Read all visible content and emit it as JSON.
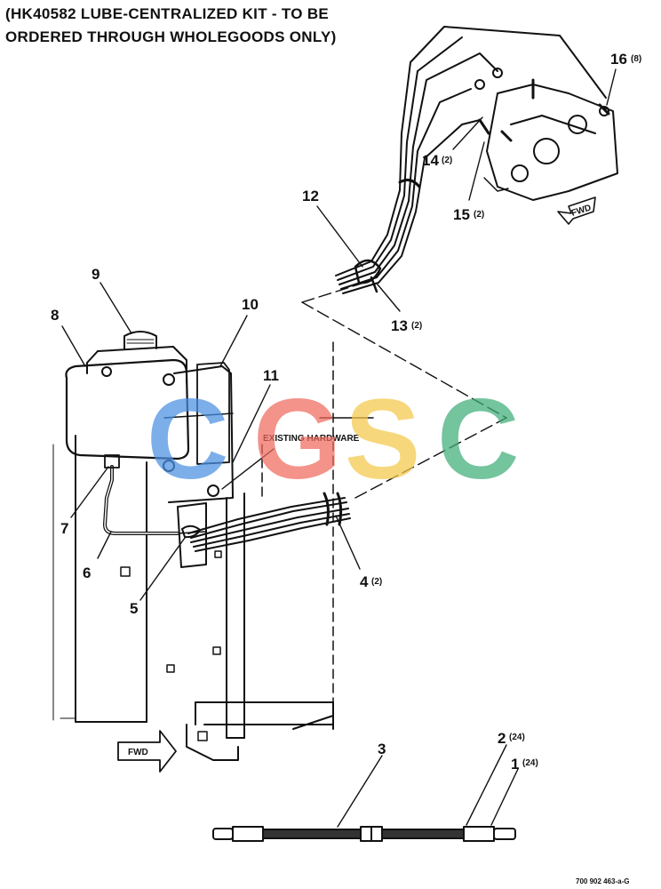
{
  "title": {
    "line1": "(HK40582 LUBE-CENTRALIZED KIT - TO BE",
    "line2": "ORDERED THROUGH WHOLEGOODS ONLY)"
  },
  "callouts": [
    {
      "number": "1",
      "qty": "(24)"
    },
    {
      "number": "2",
      "qty": "(24)"
    },
    {
      "number": "3",
      "qty": ""
    },
    {
      "number": "4",
      "qty": "(2)"
    },
    {
      "number": "5",
      "qty": ""
    },
    {
      "number": "6",
      "qty": ""
    },
    {
      "number": "7",
      "qty": ""
    },
    {
      "number": "8",
      "qty": ""
    },
    {
      "number": "9",
      "qty": ""
    },
    {
      "number": "10",
      "qty": ""
    },
    {
      "number": "11",
      "qty": ""
    },
    {
      "number": "12",
      "qty": ""
    },
    {
      "number": "13",
      "qty": "(2)"
    },
    {
      "number": "14",
      "qty": "(2)"
    },
    {
      "number": "15",
      "qty": "(2)"
    },
    {
      "number": "16",
      "qty": "(8)"
    }
  ],
  "labels": {
    "existing_hardware": "EXISTING HARDWARE",
    "fwd_upper": "FWD",
    "fwd_lower": "FWD",
    "figure_code": "700 902 463-a-G"
  },
  "watermark": {
    "letters": [
      "C",
      "G",
      "S",
      "C"
    ],
    "colors": [
      "#4a90e2",
      "#ef6a5e",
      "#f5c84a",
      "#3fae7a"
    ]
  }
}
